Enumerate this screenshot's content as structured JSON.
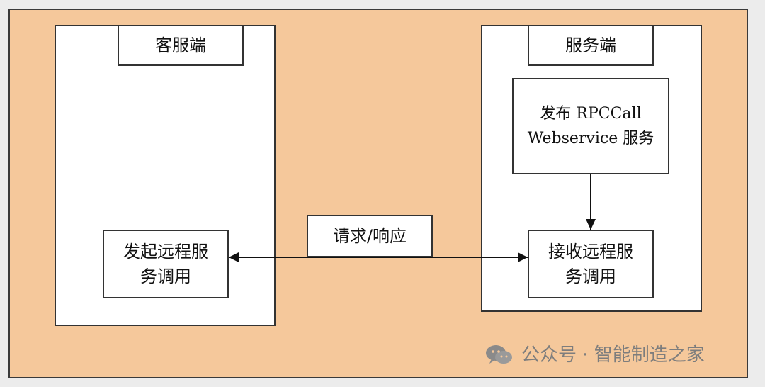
{
  "client": {
    "title": "客服端",
    "action": "发起远程服务调用"
  },
  "server": {
    "title": "服务端",
    "publish": "发布 RPCCall Webservice 服务",
    "receive": "接收远程服务调用"
  },
  "link": {
    "label": "请求/响应"
  },
  "watermark": {
    "text": "公众号 · 智能制造之家",
    "icon": "wechat-icon"
  },
  "colors": {
    "background": "#f5c89b",
    "box": "#ffffff",
    "line": "#111111",
    "watermark": "#7d7d7d"
  }
}
